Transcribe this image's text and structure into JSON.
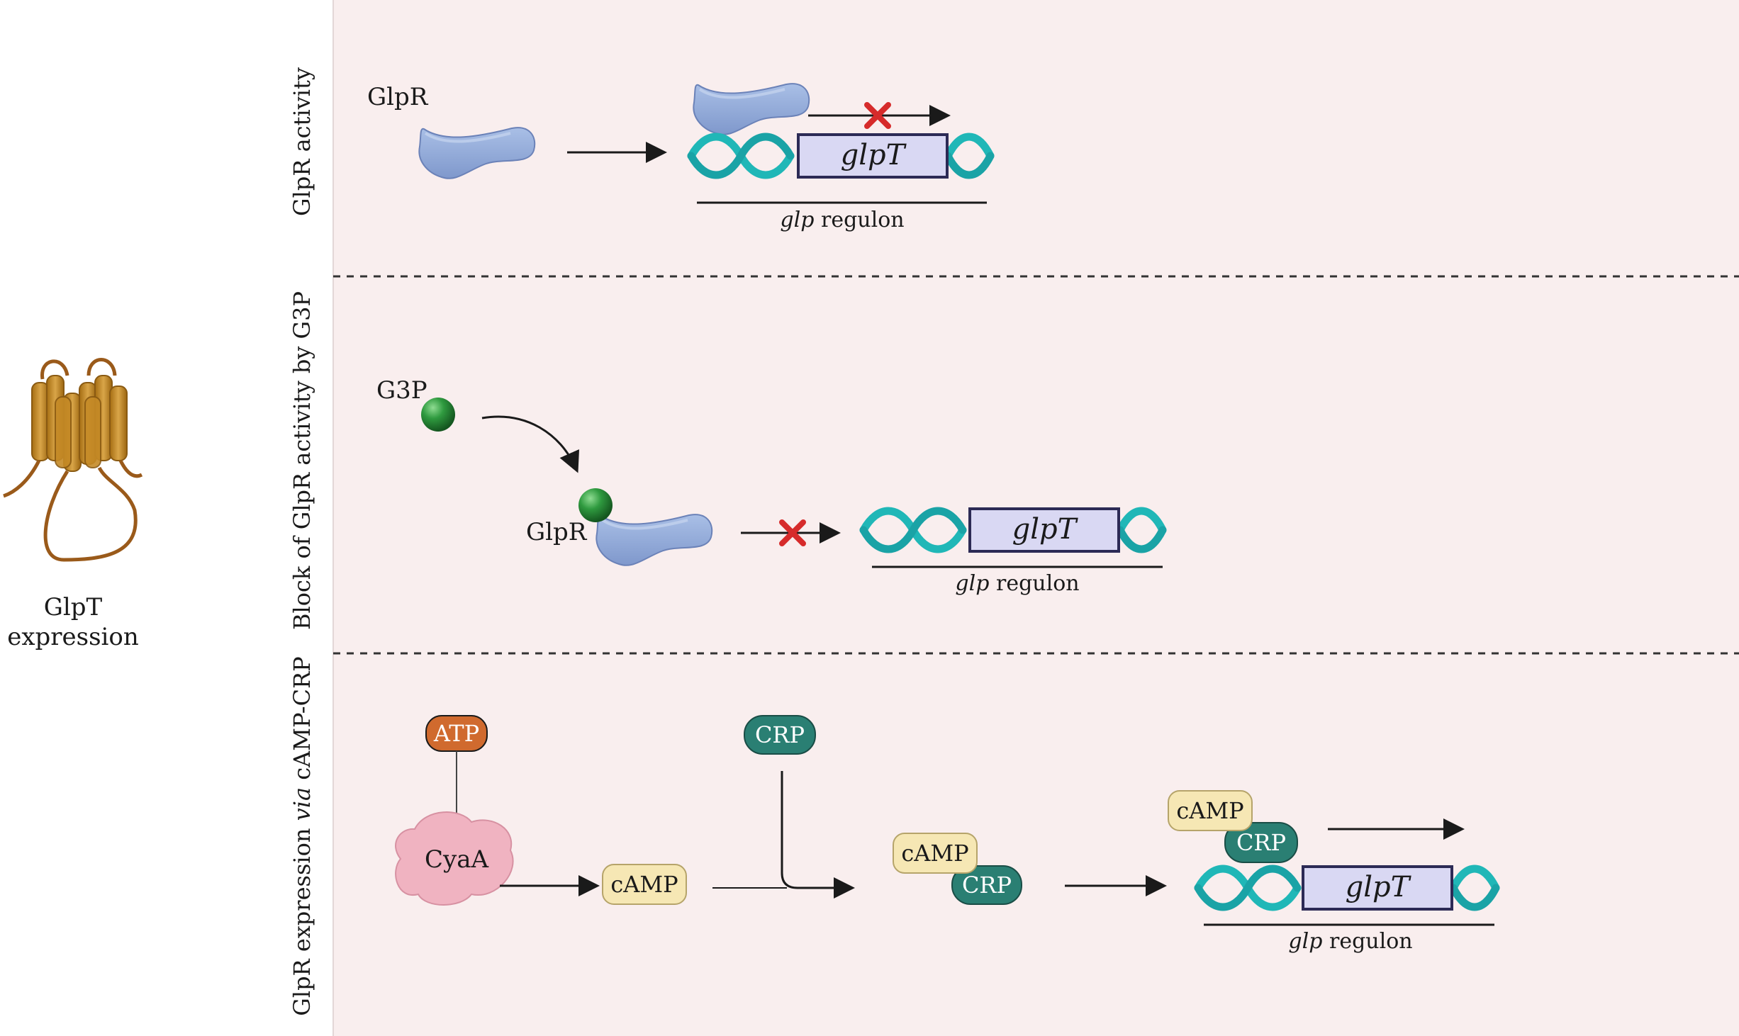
{
  "left_panel": {
    "label_line1": "GlpT",
    "label_line2": "expression"
  },
  "panels": [
    {
      "side_label": "GlpR activity",
      "protein_label": "GlpR",
      "gene_label": "glpT",
      "regulon_italic": "glp",
      "regulon_rest": " regulon"
    },
    {
      "side_label": "Block of GlpR activity by G3P",
      "ligand_label": "G3P",
      "protein_label": "GlpR",
      "gene_label": "glpT",
      "regulon_italic": "glp",
      "regulon_rest": " regulon"
    },
    {
      "side_label_pre": "GlpR expression ",
      "side_label_italic": "via",
      "side_label_post": " cAMP-CRP",
      "atp_label": "ATP",
      "cyaa_label": "CyaA",
      "camp_label": "cAMP",
      "crp_label": "CRP",
      "complex_camp": "cAMP",
      "complex_crp": "CRP",
      "bound_camp": "cAMP",
      "bound_crp": "CRP",
      "gene_label": "glpT",
      "regulon_italic": "glp",
      "regulon_rest": " regulon"
    }
  ],
  "colors": {
    "panel_bg": "#f9eeee",
    "dna": "#20b7b7",
    "gene_box_fill": "#d9d8f3",
    "gene_box_stroke": "#2c2a55",
    "glpr_fill": "#94aedb",
    "g3p": "#2c8a3b",
    "block_x": "#d62b2b",
    "atp": "#d06a2e",
    "cyaa": "#f0b3c1",
    "camp": "#f6e7b4",
    "crp": "#2a7f73",
    "glpt": "#c9902a"
  }
}
